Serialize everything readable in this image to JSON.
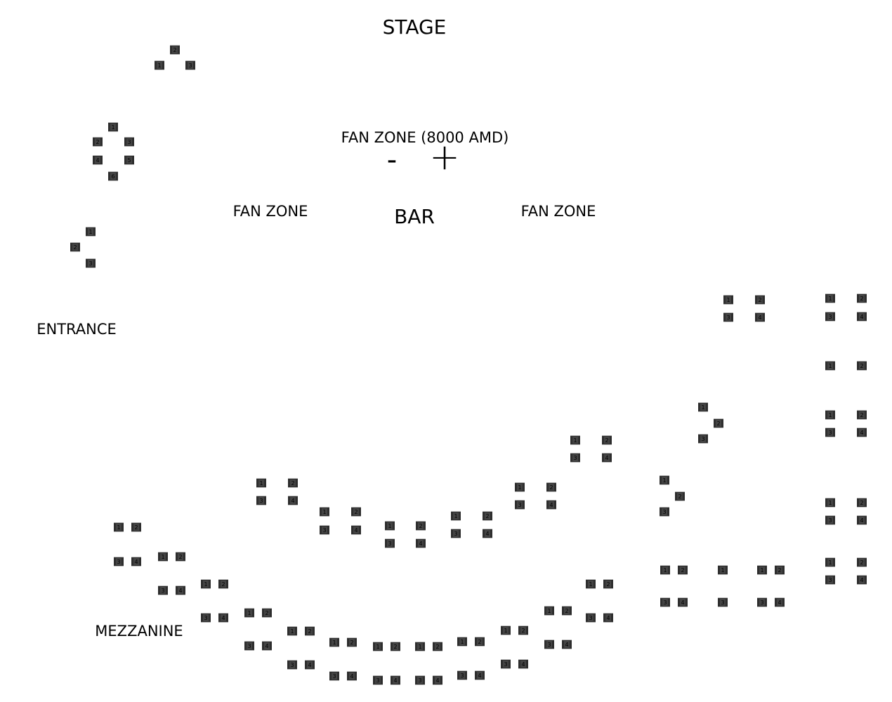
{
  "labels": {
    "stage": "STAGE",
    "fan_zone_main": "FAN ZONE (8000 AMD)",
    "minus": "-",
    "plus": "+",
    "bar": "BAR",
    "fan_zone_left": "FAN ZONE",
    "fan_zone_right": "FAN ZONE",
    "entrance": "ENTRANCE",
    "mezzanine": "MEZZANINE"
  },
  "seat_groups": [
    {
      "id": "table-a",
      "seats": [
        "2",
        "1",
        "3"
      ]
    },
    {
      "id": "table-b",
      "seats": [
        "1",
        "2",
        "3",
        "4",
        "5",
        "6"
      ]
    },
    {
      "id": "table-c",
      "seats": [
        "1",
        "2",
        "3"
      ]
    },
    {
      "id": "table-d",
      "seats": [
        "1",
        "2",
        "3",
        "4"
      ]
    },
    {
      "id": "table-e",
      "seats": [
        "1",
        "2",
        "3",
        "4"
      ]
    },
    {
      "id": "table-f",
      "seats": [
        "1",
        "2",
        "3",
        "4"
      ]
    },
    {
      "id": "table-g",
      "seats": [
        "1",
        "2",
        "3",
        "4"
      ]
    },
    {
      "id": "table-h",
      "seats": [
        "1",
        "2",
        "3",
        "4"
      ]
    },
    {
      "id": "table-i",
      "seats": [
        "1",
        "2",
        "3",
        "4"
      ]
    },
    {
      "id": "table-j",
      "seats": [
        "1",
        "2",
        "3"
      ]
    },
    {
      "id": "table-k",
      "seats": [
        "1",
        "2",
        "3"
      ]
    },
    {
      "id": "table-l",
      "seats": [
        "1",
        "2",
        "3",
        "4"
      ]
    },
    {
      "id": "table-m",
      "seats": [
        "1",
        "2",
        "3",
        "4"
      ]
    },
    {
      "id": "table-n",
      "seats": [
        "1",
        "2"
      ]
    },
    {
      "id": "table-o",
      "seats": [
        "1",
        "2",
        "3",
        "4"
      ]
    },
    {
      "id": "table-p",
      "seats": [
        "1",
        "2",
        "3",
        "4"
      ]
    },
    {
      "id": "table-q",
      "seats": [
        "1",
        "2",
        "3",
        "4"
      ]
    },
    {
      "id": "table-r",
      "seats": [
        "1",
        "2",
        "1",
        "1",
        "2"
      ]
    },
    {
      "id": "table-s",
      "seats": [
        "3",
        "4",
        "3",
        "3",
        "4"
      ]
    },
    {
      "id": "mezz-1",
      "seats": [
        "1",
        "2",
        "3",
        "4"
      ]
    },
    {
      "id": "mezz-2",
      "seats": [
        "1",
        "2",
        "3",
        "4"
      ]
    },
    {
      "id": "mezz-3",
      "seats": [
        "1",
        "2",
        "3",
        "4"
      ]
    },
    {
      "id": "mezz-4",
      "seats": [
        "1",
        "2",
        "3",
        "4"
      ]
    },
    {
      "id": "mezz-5",
      "seats": [
        "1",
        "2",
        "3",
        "4"
      ]
    },
    {
      "id": "mezz-6",
      "seats": [
        "1",
        "2",
        "3",
        "4"
      ]
    },
    {
      "id": "mezz-7",
      "seats": [
        "1",
        "2",
        "3",
        "4"
      ]
    },
    {
      "id": "mezz-8",
      "seats": [
        "1",
        "2",
        "3",
        "4"
      ]
    },
    {
      "id": "mezz-9",
      "seats": [
        "1",
        "2",
        "3",
        "4"
      ]
    },
    {
      "id": "mezz-10",
      "seats": [
        "1",
        "2",
        "3",
        "4"
      ]
    },
    {
      "id": "mezz-11",
      "seats": [
        "1",
        "2",
        "3",
        "4"
      ]
    },
    {
      "id": "mezz-12",
      "seats": [
        "1",
        "2",
        "3",
        "4"
      ]
    }
  ]
}
